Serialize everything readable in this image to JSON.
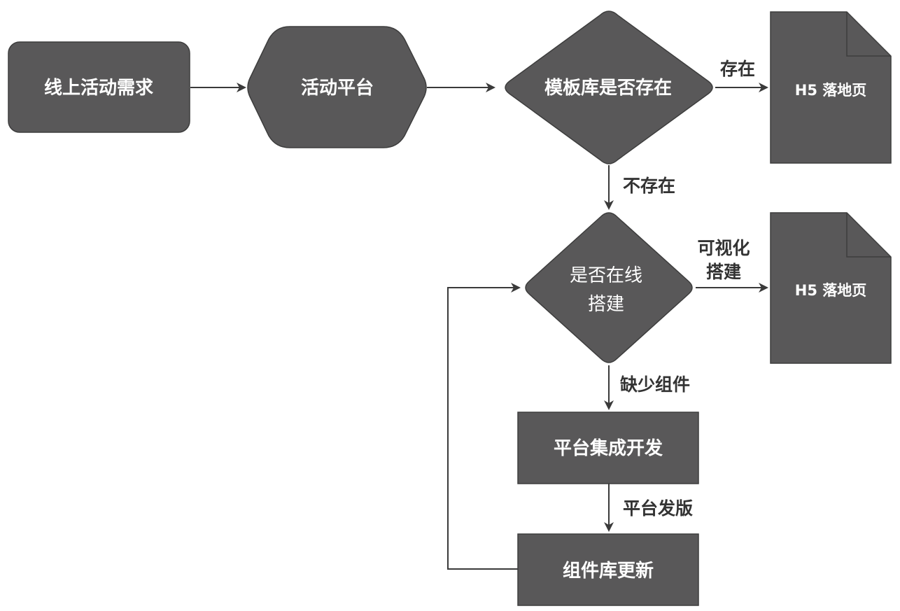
{
  "nodes": {
    "online_demand": "线上活动需求",
    "activity_platform": "活动平台",
    "template_exists": "模板库是否存在",
    "h5_page_top": "H5 落地页",
    "online_build_line1": "是否在线",
    "online_build_line2": "搭建",
    "h5_page_mid": "H5 落地页",
    "platform_integration": "平台集成开发",
    "component_update": "组件库更新"
  },
  "edges": {
    "exists": "存在",
    "not_exists": "不存在",
    "visual_build_line1": "可视化",
    "visual_build_line2": "搭建",
    "missing_component": "缺少组件",
    "platform_release": "平台发版"
  },
  "colors": {
    "node_fill": "#595859",
    "edge_stroke": "#3a3a3a",
    "text": "#ffffff",
    "label_text": "#333333"
  }
}
